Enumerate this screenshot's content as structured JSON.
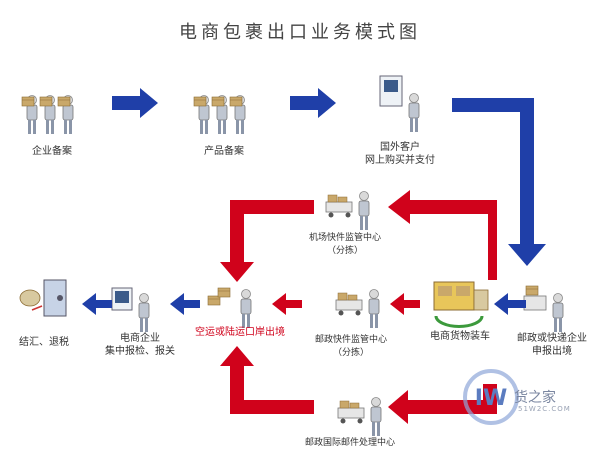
{
  "title": "电商包裹出口业务模式图",
  "nodes": {
    "enterprise_record": "企业备案",
    "product_record": "产品备案",
    "overseas_customer": [
      "国外客户",
      "网上购买并支付"
    ],
    "airport_center": [
      "机场快件监管中心",
      "（分拣）"
    ],
    "postal_center": [
      "邮政快件监管中心",
      "（分拣）"
    ],
    "postal_intl_center": "邮政国际邮件处理中心",
    "port_exit": "空运或陆运口岸出境",
    "declaration": [
      "电商企业",
      "集中报检、报关"
    ],
    "settlement": "结汇、退税",
    "loading": "电商货物装车",
    "postal_express": [
      "邮政或快递企业",
      "申报出境"
    ]
  },
  "colors": {
    "blue_arrow": "#1f3fa8",
    "red_arrow": "#d0021b",
    "red_label": "#d0021b"
  },
  "watermark": {
    "logo_letters": "IW",
    "name": "货之家",
    "site": "51W2C.COM"
  }
}
